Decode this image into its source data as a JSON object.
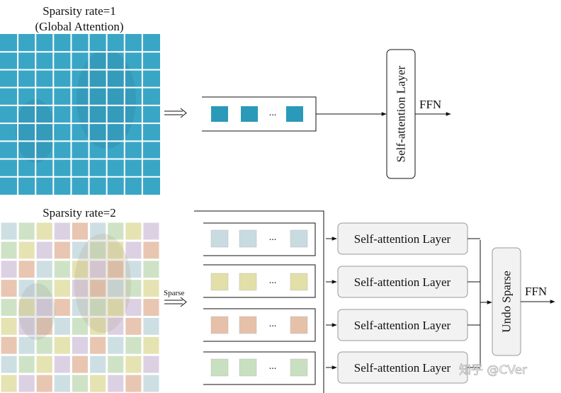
{
  "top": {
    "title_line1": "Sparsity rate=1",
    "title_line2": "(Global Attention)",
    "grid_color": "#3aa6c6",
    "token_color": "#2b9ab8",
    "ellipsis": "...",
    "layer_label": "Self-attention Layer",
    "ffn_label": "FFN"
  },
  "bottom": {
    "title": "Sparsity rate=2",
    "sparse_label": "Sparse",
    "palette": [
      "#c8dbe0",
      "#e2e0a8",
      "#e6c0a8",
      "#c9e0c0",
      "#d8cce0"
    ],
    "groups": [
      {
        "ellipsis": "...",
        "layer_label": "Self-attention Layer",
        "color": "#c8dbe0"
      },
      {
        "ellipsis": "...",
        "layer_label": "Self-attention Layer",
        "color": "#e2e0a8"
      },
      {
        "ellipsis": "...",
        "layer_label": "Self-attention Layer",
        "color": "#e6c0a8"
      },
      {
        "ellipsis": "...",
        "layer_label": "Self-attention Layer",
        "color": "#c9e0c0"
      }
    ],
    "undo_label": "Undo Sparse",
    "ffn_label": "FFN"
  },
  "watermark": "知乎 @CVer"
}
